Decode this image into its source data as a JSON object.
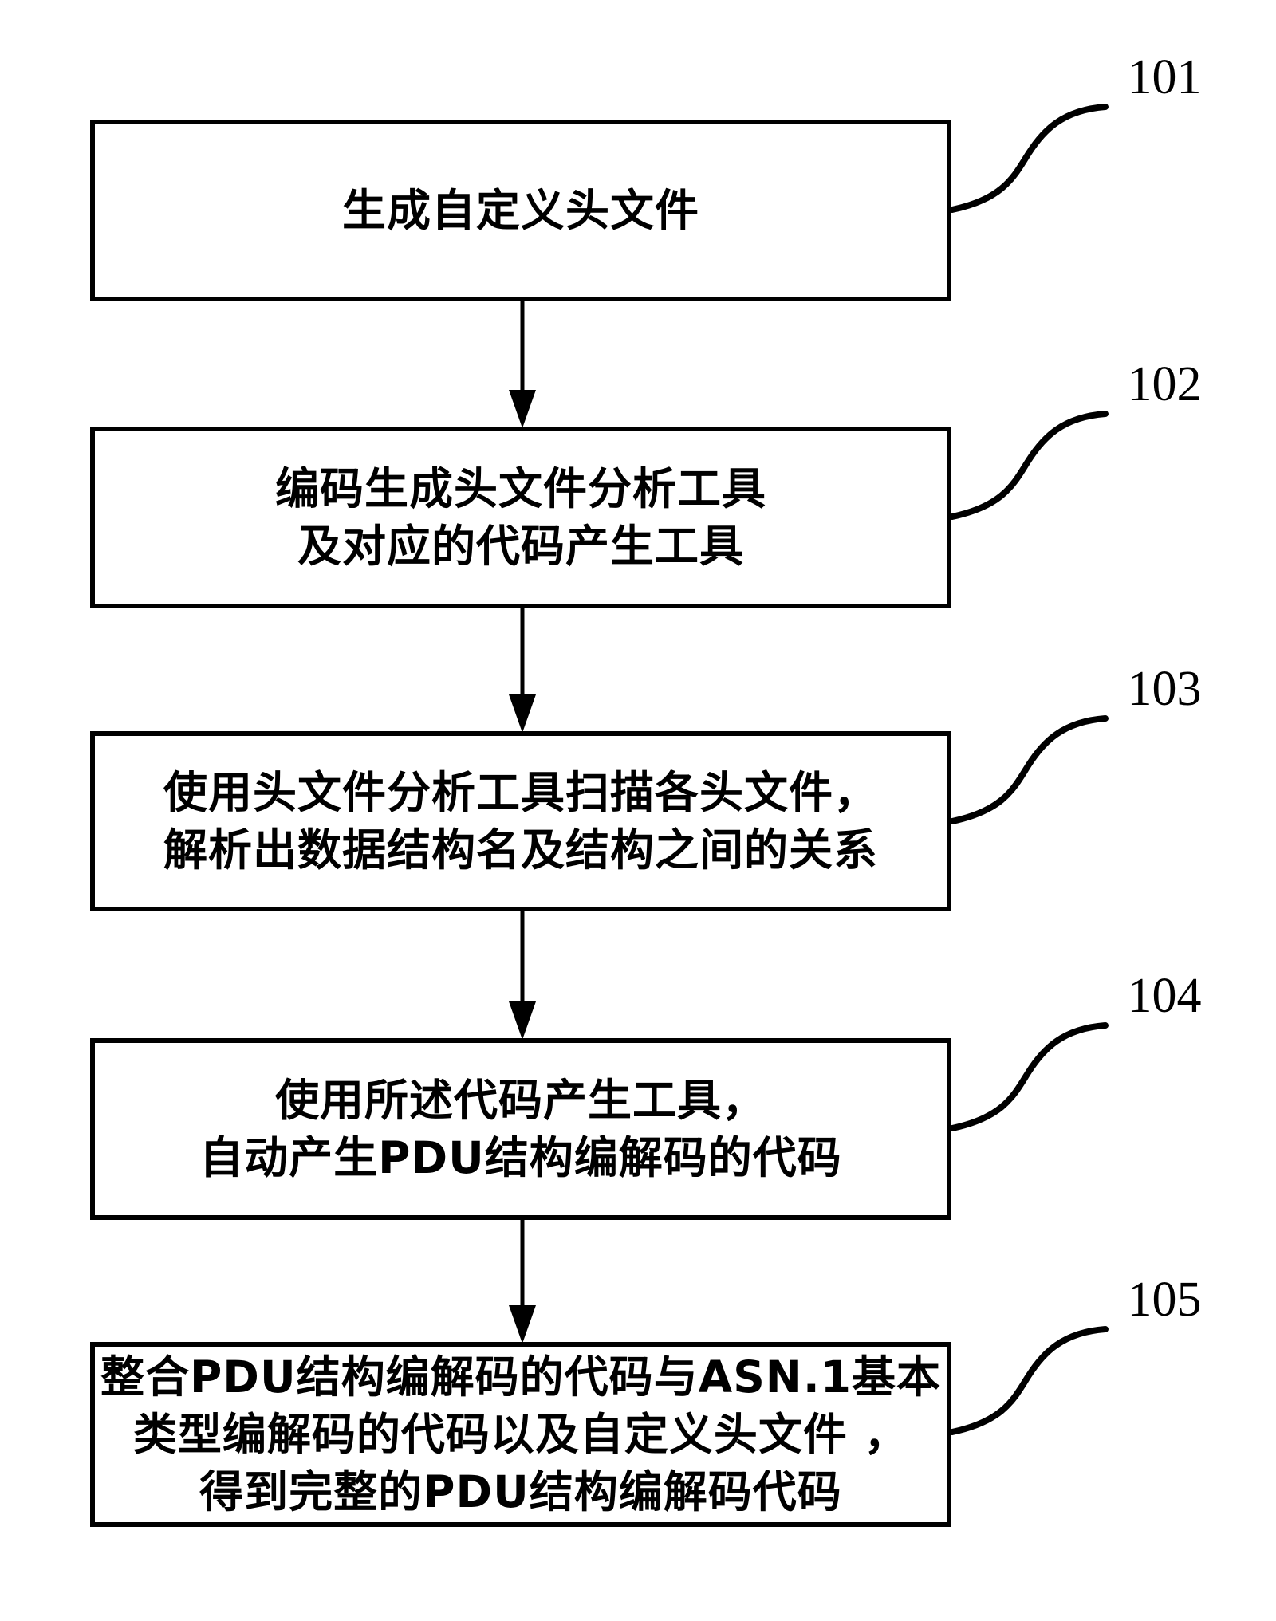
{
  "figure": {
    "type": "flowchart",
    "background_color": "#ffffff",
    "ink_color": "#000000"
  },
  "flowchart": {
    "steps": [
      {
        "ref": "101",
        "lines": [
          "生成自定义头文件"
        ]
      },
      {
        "ref": "102",
        "lines": [
          "编码生成头文件分析工具",
          "及对应的代码产生工具"
        ]
      },
      {
        "ref": "103",
        "lines": [
          "使用头文件分析工具扫描各头文件，",
          "解析出数据结构名及结构之间的关系"
        ]
      },
      {
        "ref": "104",
        "lines": [
          "使用所述代码产生工具，",
          "自动产生PDU结构编解码的代码"
        ]
      },
      {
        "ref": "105",
        "lines": [
          "整合PDU结构编解码的代码与ASN.1基本",
          "类型编解码的代码以及自定义头文件 ，",
          "得到完整的PDU结构编解码代码"
        ]
      }
    ]
  }
}
